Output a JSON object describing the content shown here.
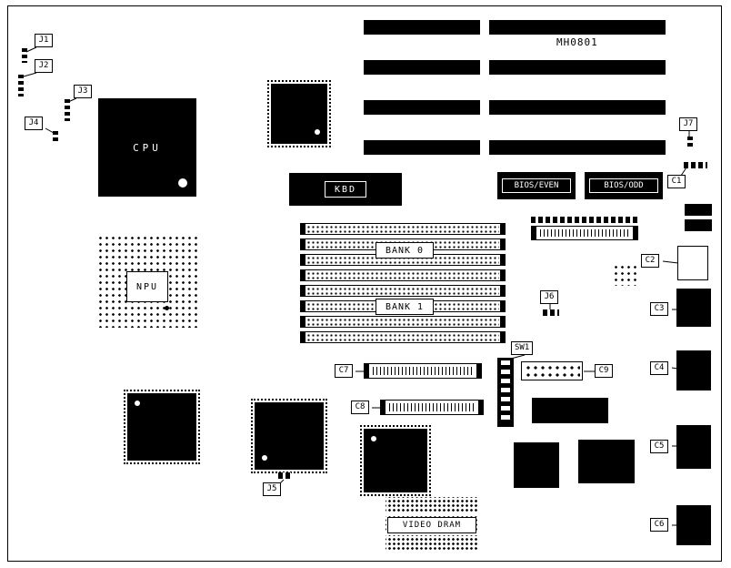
{
  "meta": {
    "part_number": "MH0801"
  },
  "chips": {
    "cpu": "CPU",
    "npu": "NPU",
    "kbd": "KBD",
    "bios_even": "BIOS/EVEN",
    "bios_odd": "BIOS/ODD",
    "video_dram": "VIDEO DRAM"
  },
  "memory": {
    "bank0_label": "BANK 0",
    "bank1_label": "BANK 1",
    "simm_socket_count": 8
  },
  "switches": {
    "sw1": "SW1"
  },
  "jumpers": {
    "j1": "J1",
    "j2": "J2",
    "j3": "J3",
    "j4": "J4",
    "j5": "J5",
    "j6": "J6",
    "j7": "J7"
  },
  "connectors": {
    "c1": "C1",
    "c2": "C2",
    "c3": "C3",
    "c4": "C4",
    "c5": "C5",
    "c6": "C6",
    "c7": "C7",
    "c8": "C8",
    "c9": "C9"
  },
  "expansion": {
    "isa_slot_pairs": 4
  },
  "colors": {
    "ink": "#000000",
    "paper": "#ffffff"
  }
}
